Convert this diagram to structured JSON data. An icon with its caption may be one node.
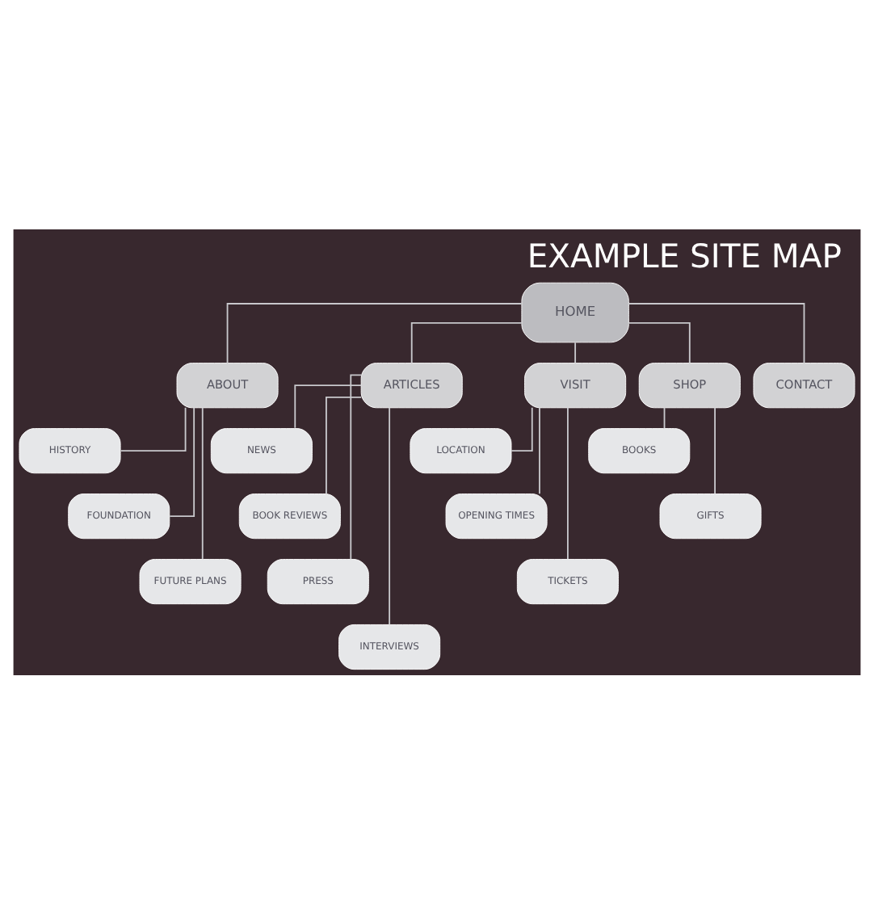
{
  "diagram": {
    "title": "EXAMPLE SITE MAP",
    "nodes": [
      {
        "text": [
          "HOME"
        ]
      },
      {
        "text": [
          "ABOUT"
        ]
      },
      {
        "text": [
          "ARTICLES"
        ]
      },
      {
        "text": [
          "VISIT"
        ]
      },
      {
        "text": [
          "SHOP"
        ]
      },
      {
        "text": [
          "CONTACT"
        ]
      },
      {
        "text": [
          "HISTORY"
        ]
      },
      {
        "text": [
          "FOUNDATION"
        ]
      },
      {
        "text": [
          "FUTURE PLANS"
        ]
      },
      {
        "text": [
          "NEWS"
        ]
      },
      {
        "text": [
          "BOOK REVIEWS"
        ]
      },
      {
        "text": [
          "PRESS"
        ]
      },
      {
        "text": [
          "INTERVIEWS"
        ]
      },
      {
        "text": [
          "LOCATION"
        ]
      },
      {
        "text": [
          "OPENING TIMES"
        ]
      },
      {
        "text": [
          "TICKETS"
        ]
      },
      {
        "text": [
          "BOOKS"
        ]
      },
      {
        "text": [
          "GIFTS"
        ]
      }
    ],
    "edges": [
      {
        "from": 0,
        "to": 1,
        "arrow": "none"
      },
      {
        "from": 0,
        "to": 2,
        "arrow": "none"
      },
      {
        "from": 0,
        "to": 3,
        "arrow": "none"
      },
      {
        "from": 0,
        "to": 4,
        "arrow": "none"
      },
      {
        "from": 0,
        "to": 5,
        "arrow": "none"
      },
      {
        "from": 1,
        "to": 6,
        "arrow": "none"
      },
      {
        "from": 1,
        "to": 7,
        "arrow": "none"
      },
      {
        "from": 1,
        "to": 8,
        "arrow": "none"
      },
      {
        "from": 2,
        "to": 9,
        "arrow": "none"
      },
      {
        "from": 2,
        "to": 10,
        "arrow": "none"
      },
      {
        "from": 2,
        "to": 11,
        "arrow": "none"
      },
      {
        "from": 2,
        "to": 12,
        "arrow": "none"
      },
      {
        "from": 3,
        "to": 13,
        "arrow": "none"
      },
      {
        "from": 3,
        "to": 14,
        "arrow": "none"
      },
      {
        "from": 3,
        "to": 15,
        "arrow": "none"
      },
      {
        "from": 4,
        "to": 16,
        "arrow": "none"
      },
      {
        "from": 4,
        "to": 17,
        "arrow": "none"
      }
    ]
  }
}
